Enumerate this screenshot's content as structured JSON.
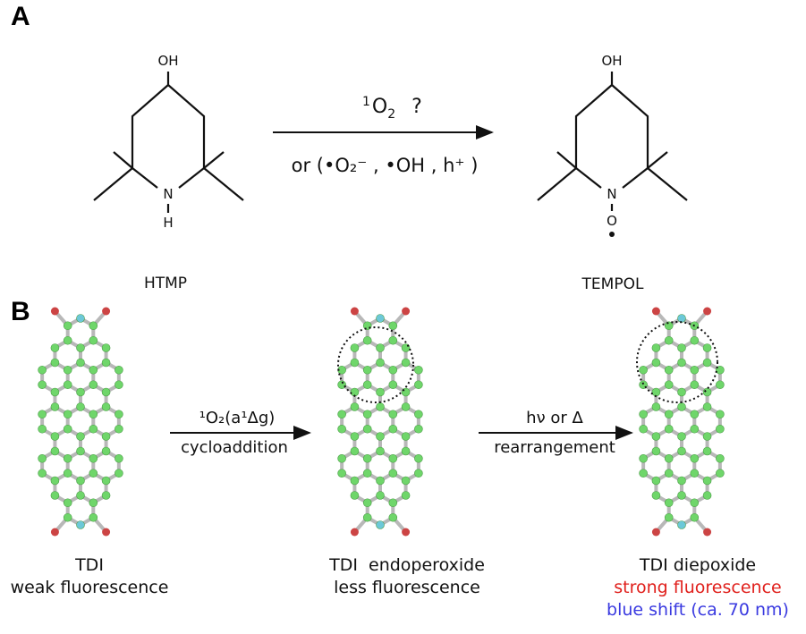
{
  "panel_a": {
    "label": "A",
    "reactant": {
      "name": "HTMP",
      "oh": "OH",
      "n": "N",
      "h": "H"
    },
    "product": {
      "name": "TEMPOL",
      "oh": "OH",
      "n": "N",
      "o": "O"
    },
    "arrow": {
      "above_sup": "1",
      "above_main": "O",
      "above_sub": "2",
      "above_q": "?",
      "below": "or (•O₂⁻ , •OH , h⁺ )"
    }
  },
  "panel_b": {
    "label": "B",
    "arrow1": {
      "above": "¹O₂(a¹Δg)",
      "below": "cycloaddition"
    },
    "arrow2": {
      "above": "hν or Δ",
      "below": "rearrangement"
    },
    "mol1": {
      "line1": "TDI",
      "line2": "weak fluorescence"
    },
    "mol2": {
      "line1": "TDI  endoperoxide",
      "line2": "less fluorescence"
    },
    "mol3": {
      "line1": "TDI diepoxide",
      "line2": "strong fluorescence",
      "line3": "blue shift (ca. 70 nm)"
    }
  },
  "colors": {
    "carbon": "#6fd66a",
    "oxygen": "#cc4444",
    "nitrogen": "#6cc8d8",
    "bond": "#b8b8b8",
    "red_text": "#e0201c",
    "blue_text": "#3a3ae0"
  }
}
